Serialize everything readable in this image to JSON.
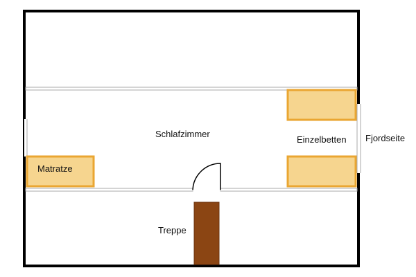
{
  "floorplan": {
    "rooms": {
      "bedroom": "Schlafzimmer",
      "stairs": "Treppe"
    },
    "furniture": {
      "mattress": "Matratze",
      "single_beds": "Einzelbetten"
    },
    "orientation": {
      "fjord_side": "Fjordseite"
    }
  },
  "colors": {
    "bed_fill": "#f6d58f",
    "bed_border": "#eaa632",
    "stairs": "#8b4513",
    "wall": "#000000",
    "partition": "#b0b0b0"
  }
}
